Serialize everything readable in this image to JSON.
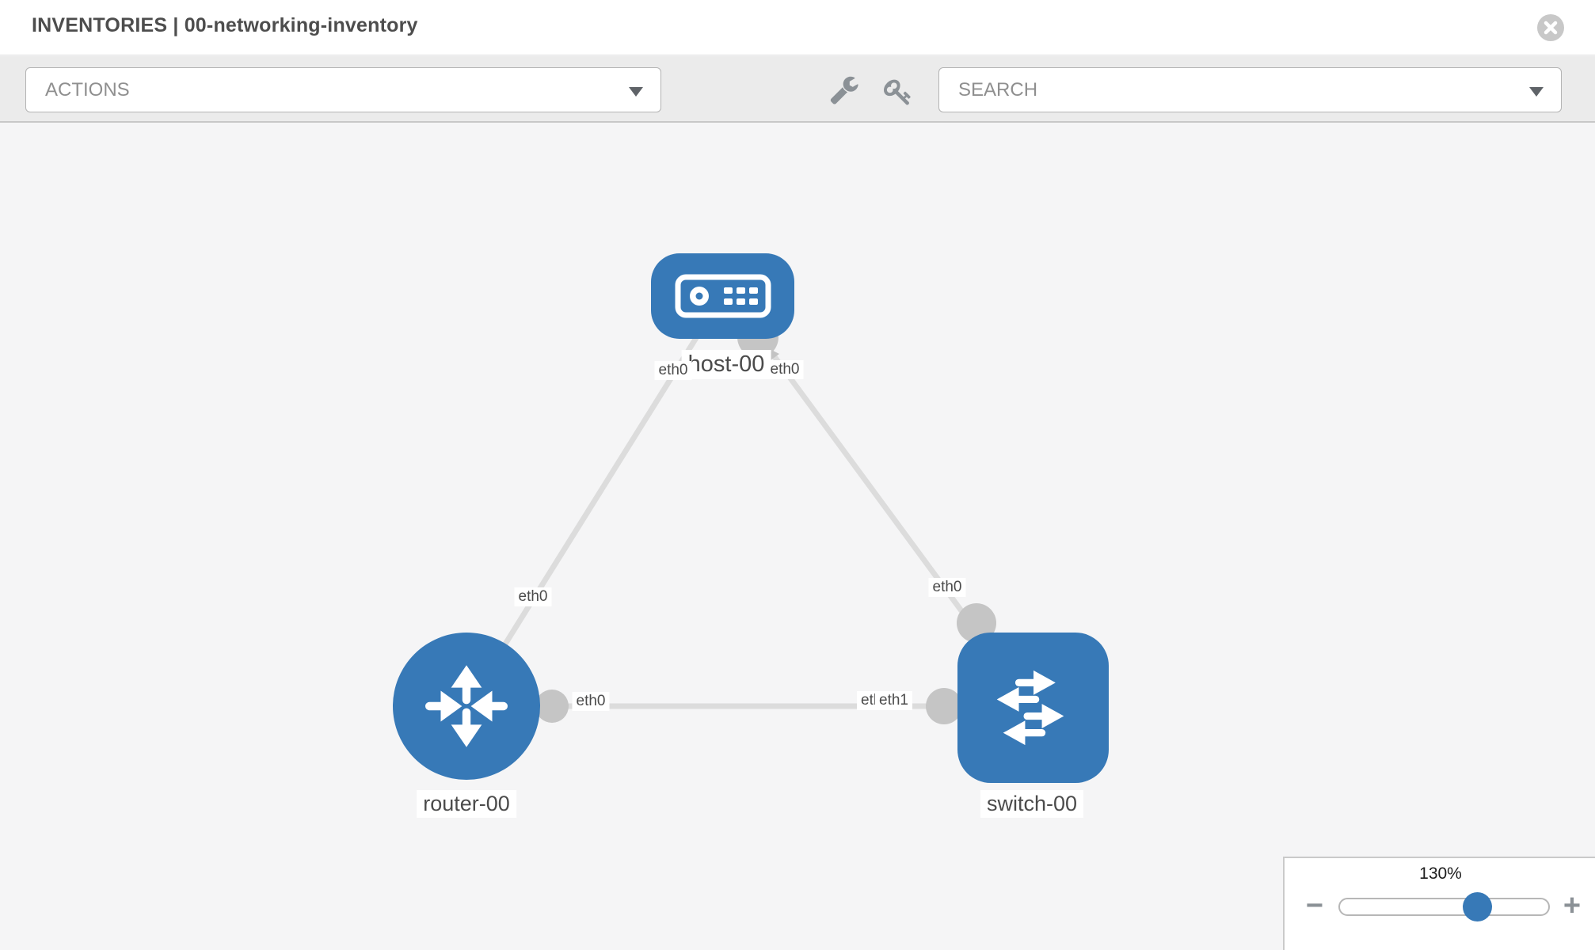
{
  "header": {
    "title": "INVENTORIES | 00-networking-inventory"
  },
  "toolbar": {
    "actions": {
      "label": "ACTIONS"
    },
    "search": {
      "placeholder": "SEARCH"
    },
    "tool_icons": [
      {
        "name": "wrench-icon"
      },
      {
        "name": "key-icon"
      }
    ]
  },
  "topology": {
    "nodes": [
      {
        "id": "host-00",
        "type": "host",
        "label": "host-00",
        "shape": "rounded-rect"
      },
      {
        "id": "router-00",
        "type": "router",
        "label": "router-00",
        "shape": "circle"
      },
      {
        "id": "switch-00",
        "type": "switch",
        "label": "switch-00",
        "shape": "rounded-square"
      }
    ],
    "links": [
      {
        "from": "host-00",
        "to": "router-00",
        "from_interface": "eth0",
        "to_interface": "eth0"
      },
      {
        "from": "host-00",
        "to": "switch-00",
        "from_interface": "eth0",
        "to_interface": "eth0"
      },
      {
        "from": "router-00",
        "to": "switch-00",
        "from_interface": "eth0",
        "to_interface": "eth1"
      }
    ],
    "interface_labels": [
      {
        "link": "host-00/router-00",
        "end": "host",
        "text": "eth0"
      },
      {
        "link": "host-00/switch-00",
        "end": "host",
        "text": "eth0"
      },
      {
        "link": "host-00/router-00",
        "end": "router",
        "text": "eth0"
      },
      {
        "link": "host-00/switch-00",
        "end": "switch",
        "text": "eth0"
      },
      {
        "link": "router-00/switch-00",
        "end": "router",
        "text": "eth0"
      },
      {
        "link": "router-00/switch-00",
        "end": "switch-behind",
        "text": "eth1"
      },
      {
        "link": "router-00/switch-00",
        "end": "switch",
        "text": "eth1"
      }
    ]
  },
  "zoom_control": {
    "level": "130%",
    "minus": "−",
    "plus": "+",
    "slider_fraction": 0.65
  },
  "colors": {
    "node_blue": "#3779b7",
    "link_gray": "#dcdcdc",
    "connector_gray": "#c5c5c5",
    "canvas_bg": "#f5f5f6",
    "toolbar_bg": "#ebebeb"
  }
}
